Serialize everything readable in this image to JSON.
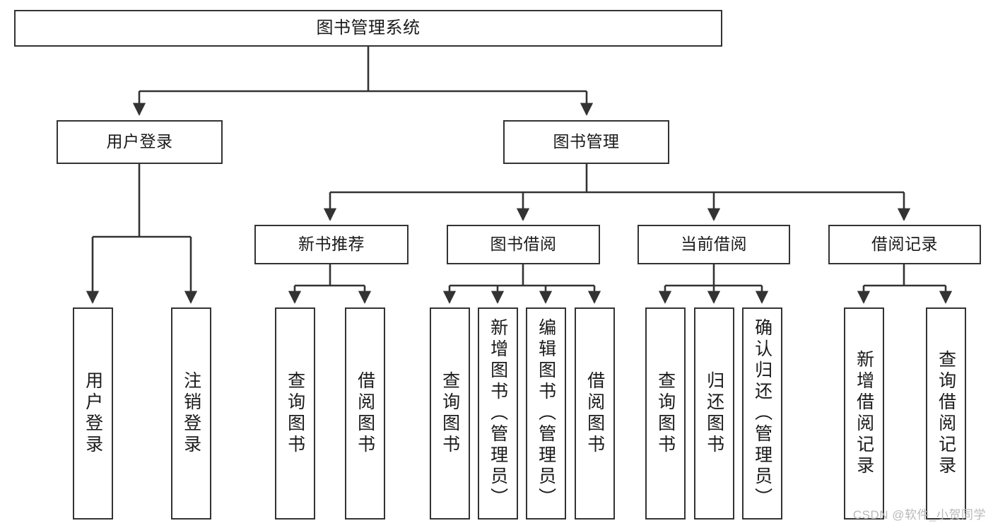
{
  "diagram": {
    "title": "图书管理系统",
    "type": "hierarchy-tree",
    "watermark": "CSDN @软件_小贺同学",
    "colors": {
      "box_border": "#333333",
      "box_fill": "#ffffff",
      "connector": "#333333",
      "text": "#1a1a1a",
      "watermark": "#b9b9b9"
    },
    "nodes": {
      "root": {
        "label": "图书管理系统"
      },
      "level2": [
        {
          "label": "用户登录"
        },
        {
          "label": "图书管理"
        }
      ],
      "level3": [
        {
          "label": "新书推荐"
        },
        {
          "label": "图书借阅"
        },
        {
          "label": "当前借阅"
        },
        {
          "label": "借阅记录"
        }
      ],
      "leaves": {
        "user_login": [
          {
            "label": "用户登录"
          },
          {
            "label": "注销登录"
          }
        ],
        "new_book_recommend": [
          {
            "label": "查询图书"
          },
          {
            "label": "借阅图书"
          }
        ],
        "book_borrow": [
          {
            "label": "查询图书"
          },
          {
            "label": "新增图书（管理员）"
          },
          {
            "label": "编辑图书（管理员）"
          },
          {
            "label": "借阅图书"
          }
        ],
        "current_borrow": [
          {
            "label": "查询图书"
          },
          {
            "label": "归还图书"
          },
          {
            "label": "确认归还（管理员）"
          }
        ],
        "borrow_records": [
          {
            "label": "新增借阅记录"
          },
          {
            "label": "查询借阅记录"
          }
        ]
      }
    }
  }
}
